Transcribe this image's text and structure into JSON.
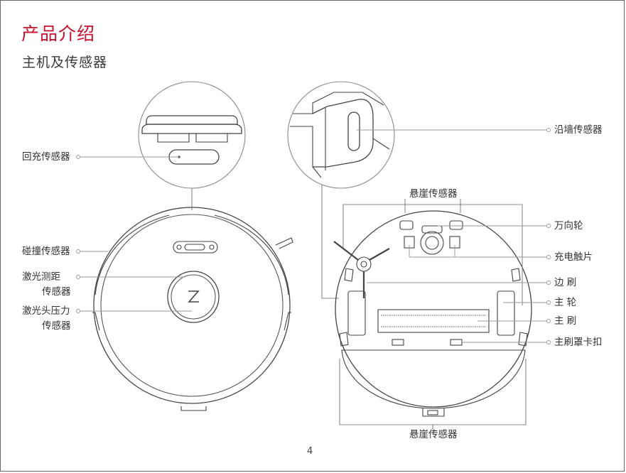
{
  "page": {
    "title": "产品介绍",
    "subtitle": "主机及传感器",
    "page_number": "4",
    "accent_color": "#c8102e"
  },
  "labels_left": {
    "dock_sensor": "回充传感器",
    "collision_sensor": "碰撞传感器",
    "lds_line1": "激光测距",
    "lds_line2": "传感器",
    "pressure_line1": "激光头压力",
    "pressure_line2": "传感器"
  },
  "labels_right": {
    "wall_sensor": "沿墙传感器",
    "cliff_sensor_top": "悬崖传感器",
    "omni_wheel": "万向轮",
    "charging_contacts": "充电触片",
    "side_brush": "边  刷",
    "main_wheel": "主  轮",
    "main_brush": "主  刷",
    "brush_cover_latch": "主刷罩卡扣",
    "cliff_sensor_bottom": "悬崖传感器"
  },
  "icons": {
    "logo": "Z-logo-icon"
  }
}
